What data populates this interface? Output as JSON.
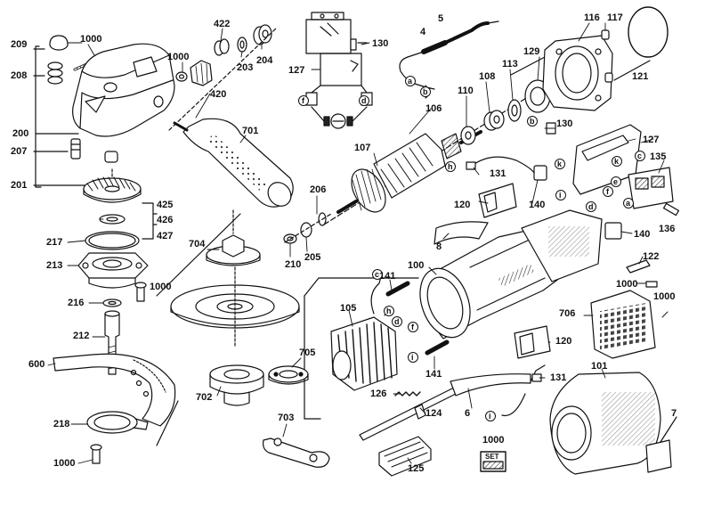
{
  "labels": {
    "p1000": "1000",
    "p1000b": "1000",
    "p1000c": "1000",
    "p1000d": "1000",
    "p1000e": "1000",
    "p1000f": "1000",
    "p1000g": "1000",
    "p209": "209",
    "p208": "208",
    "p200": "200",
    "p207": "207",
    "p201": "201",
    "p422": "422",
    "p204": "204",
    "p203": "203",
    "p420": "420",
    "p701": "701",
    "p425": "425",
    "p426": "426",
    "p427": "427",
    "p217": "217",
    "p213": "213",
    "p216": "216",
    "p212": "212",
    "p600": "600",
    "p218": "218",
    "p704": "704",
    "p206": "206",
    "p205": "205",
    "p210": "210",
    "p702": "702",
    "p705": "705",
    "p703": "703",
    "p5": "5",
    "p4": "4",
    "p130": "130",
    "p130b": "130",
    "p127": "127",
    "p127b": "127",
    "p106": "106",
    "p107": "107",
    "p110": "110",
    "p108": "108",
    "p113": "113",
    "p129": "129",
    "p116": "116",
    "p117": "117",
    "p121": "121",
    "p135": "135",
    "p131": "131",
    "p131b": "131",
    "p120": "120",
    "p120b": "120",
    "p140": "140",
    "p140b": "140",
    "p136": "136",
    "p122": "122",
    "p8": "8",
    "p100": "100",
    "p141": "141",
    "p141b": "141",
    "p105": "105",
    "p126": "126",
    "p124": "124",
    "p125": "125",
    "p6": "6",
    "p706": "706",
    "p101": "101",
    "p7": "7",
    "set": "SET"
  },
  "wire_tags": {
    "a": "a",
    "b": "b",
    "c": "c",
    "d": "d",
    "e": "e",
    "f": "f",
    "h": "h",
    "i": "i",
    "k": "k"
  }
}
